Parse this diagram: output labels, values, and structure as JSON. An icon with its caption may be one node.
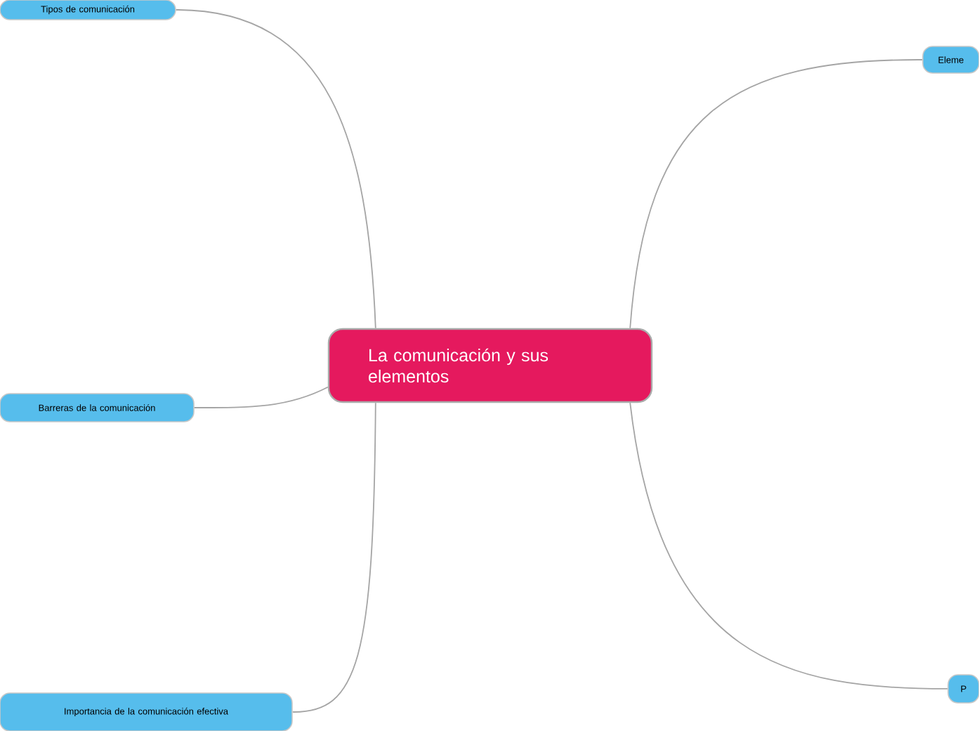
{
  "diagram": {
    "nodes": [
      {
        "text": [
          "La comunicación y sus elementos"
        ]
      },
      {
        "text": [
          "Tipos de comunicación"
        ]
      },
      {
        "text": [
          "Eleme"
        ]
      },
      {
        "text": [
          "Barreras de la comunicación"
        ]
      },
      {
        "text": [
          "Importancia de la comunicación efectiva"
        ]
      },
      {
        "text": [
          "P"
        ]
      }
    ],
    "edges": [
      {
        "from": 0,
        "to": 1,
        "arrow": "none"
      },
      {
        "from": 0,
        "to": 2,
        "arrow": "none"
      },
      {
        "from": 0,
        "to": 3,
        "arrow": "none"
      },
      {
        "from": 0,
        "to": 4,
        "arrow": "none"
      },
      {
        "from": 0,
        "to": 5,
        "arrow": "none"
      }
    ]
  }
}
